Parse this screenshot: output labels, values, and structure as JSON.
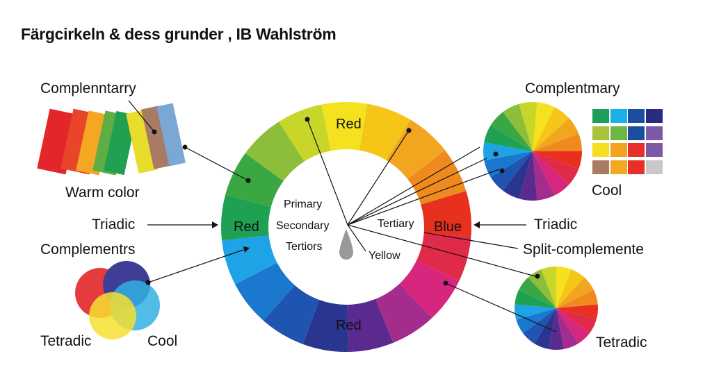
{
  "title": "Färgcirkeln & dess grunder , IB Wahlström",
  "left": {
    "complementary_top": "Complenntarry",
    "warm_color": "Warm color",
    "triadic": "Triadic",
    "complementrs": "Complementrs",
    "tetradic": "Tetradic",
    "cool": "Cool"
  },
  "wheel": {
    "top_label": "Red",
    "left_label": "Red",
    "right_label": "Blue",
    "bottom_label": "Red",
    "inner": {
      "primary": "Primary",
      "secondary": "Secondary",
      "tertiors": "Tertiors",
      "tertiary": "Tertiary",
      "yellow": "Yellow"
    },
    "segment_colors": [
      "#f4e21f",
      "#f5c518",
      "#f2a51e",
      "#ef8a1f",
      "#e8301f",
      "#e02a4a",
      "#d6267e",
      "#a42c8c",
      "#5a2a8f",
      "#2a3590",
      "#1f55b0",
      "#1a78cf",
      "#1da3e6",
      "#1fa154",
      "#3aa743",
      "#8cbe3a",
      "#c8d62a"
    ]
  },
  "right": {
    "complementary": "Complentmary",
    "cool": "Cool",
    "triadic": "Triadic",
    "split": "Split-complemente",
    "tetradic": "Tetradic",
    "swatches": [
      [
        "#1d9e5a",
        "#1ab0e8",
        "#1a4fa0",
        "#2a2a80"
      ],
      [
        "#a9c33a",
        "#6db845",
        "#1a4fa0",
        "#7d5aa8"
      ],
      [
        "#f5e020",
        "#f3a21f",
        "#e6302a",
        "#7d5aa8"
      ],
      [
        "#a97b64",
        "#f3a820",
        "#e5302a",
        "#c8c8c8"
      ]
    ]
  }
}
